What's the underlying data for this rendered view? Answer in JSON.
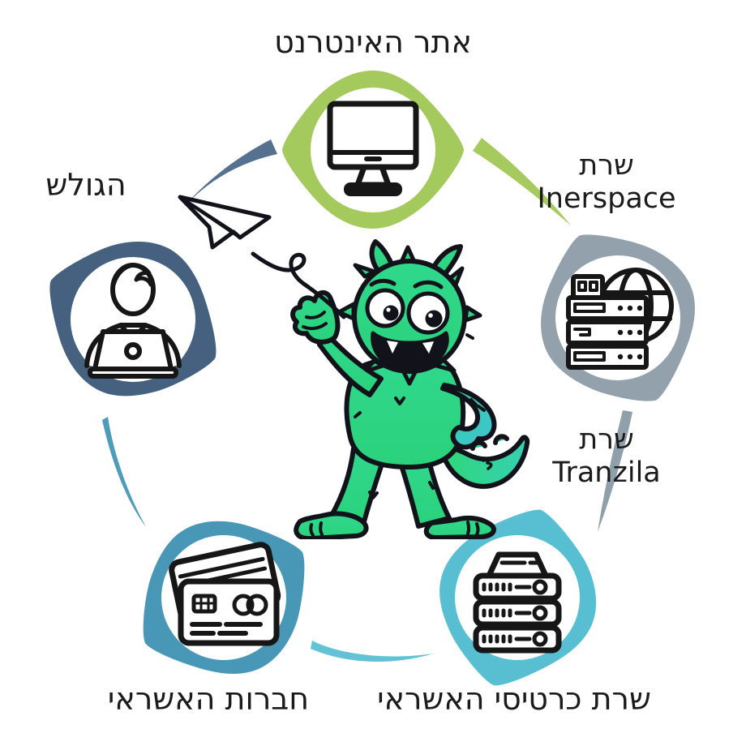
{
  "diagram": {
    "background_color": "#ffffff",
    "text_color": "#1b1b1b",
    "nodes": [
      {
        "id": "website",
        "lines": [
          "אתר האינטרנט"
        ],
        "icon": "desktop-monitor-icon",
        "ring_color": "#a4c95c"
      },
      {
        "id": "inerspace-server",
        "lines": [
          "שרת",
          "Inerspace"
        ],
        "icon": "server-globe-icon",
        "ring_color": "#93a1ac"
      },
      {
        "id": "tranzila-server",
        "lines": [
          "שרת",
          "Tranzila"
        ],
        "icon": null,
        "ring_color": null
      },
      {
        "id": "credit-card-server",
        "lines": [
          "שרת כרטיסי האשראי"
        ],
        "icon": "server-stack-icon",
        "ring_color": "#58bfd3"
      },
      {
        "id": "credit-companies",
        "lines": [
          "חברות האשראי"
        ],
        "icon": "credit-cards-icon",
        "ring_color": "#4897b7"
      },
      {
        "id": "user",
        "lines": [
          "הגולש"
        ],
        "icon": "person-laptop-icon",
        "ring_color": "#45617f"
      }
    ],
    "connectors": [
      {
        "from": "website",
        "to": "user",
        "color": "#56708f"
      },
      {
        "from": "website",
        "to": "inerspace-server",
        "color": "#a6ca5d"
      },
      {
        "from": "inerspace-server",
        "to": "credit-card-server",
        "color": "#8fa0ab"
      },
      {
        "from": "credit-card-server",
        "to": "credit-companies",
        "color": "#62c3d6"
      },
      {
        "from": "user",
        "to": "credit-companies",
        "color": "#4e9cba"
      }
    ],
    "mascot": {
      "name": "green-monster-mascot",
      "body_color": "#2fd88c",
      "accent_color": "#41c2d2",
      "outline_color": "#12121a"
    },
    "plane": {
      "name": "paper-plane-with-squiggle-trail"
    }
  }
}
